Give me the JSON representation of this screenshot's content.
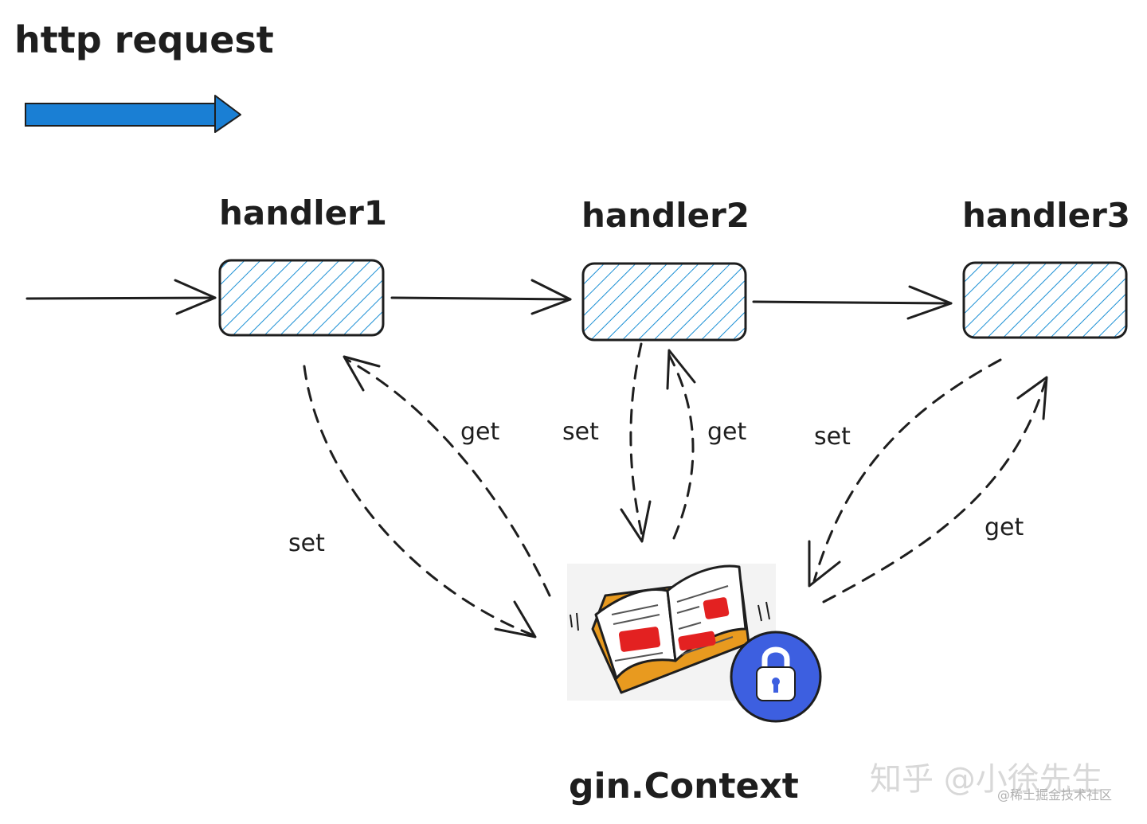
{
  "title": "http request",
  "colors": {
    "ink": "#1e1e1e",
    "request_arrow": "#1a7fd4",
    "hatch": "#1a8fd4",
    "book_cover": "#e89a1f",
    "book_highlight": "#e32121",
    "lock_badge": "#3d5fe0"
  },
  "handlers": [
    {
      "label": "handler1"
    },
    {
      "label": "handler2"
    },
    {
      "label": "handler3"
    }
  ],
  "edges": {
    "h1_set": "set",
    "h1_get": "get",
    "h2_set": "set",
    "h2_get": "get",
    "h3_set": "set",
    "h3_get": "get"
  },
  "context": {
    "label": "gin.Context",
    "icons": [
      "open-book-icon",
      "lock-icon"
    ]
  },
  "watermark": {
    "main": "知乎 @小徐先生",
    "sub": "@稀土掘金技术社区"
  }
}
